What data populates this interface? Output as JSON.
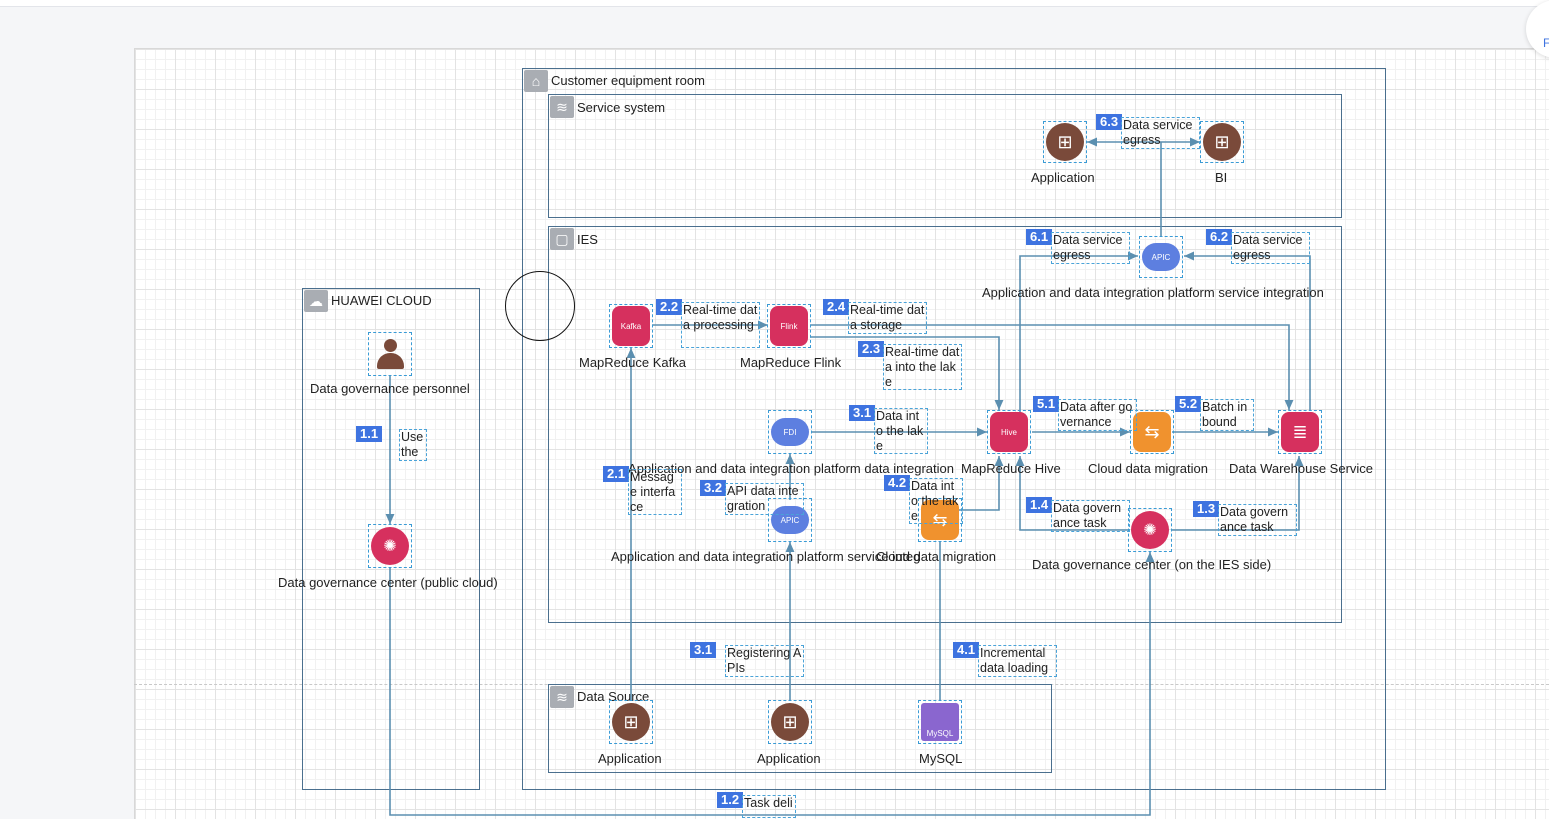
{
  "groups": {
    "customer_room": "Customer equipment room",
    "service_system": "Service system",
    "ies": "IES",
    "huawei_cloud": "HUAWEI CLOUD",
    "data_source": "Data Source"
  },
  "nodes": {
    "app_service": "Application",
    "bi": "BI",
    "apic_top": "Application and data integration platform service integration",
    "kafka": "MapReduce Kafka",
    "kafka_badge": "Kafka",
    "flink": "MapReduce Flink",
    "flink_badge": "Flink",
    "fdi_mid": "Application and data integration platform data integration",
    "fdi_tag": "FDI",
    "hive": "MapReduce Hive",
    "hive_badge": "Hive",
    "cdm_right": "Cloud data migration",
    "dws": "Data Warehouse Service",
    "apic_low": "Application and data integration platform service integration",
    "apic_tag": "APIC",
    "cdm_low": "Cloud data migration",
    "dgc_ies": "Data governance center (on the IES side)",
    "person": "Data governance personnel",
    "dgc_cloud": "Data governance center (public cloud)",
    "ds_app1": "Application",
    "ds_app2": "Application",
    "mysql": "MySQL",
    "mysql_tag": "MySQL"
  },
  "steps": [
    {
      "num": "6.3",
      "text": "Data service egress"
    },
    {
      "num": "6.1",
      "text": "Data service egress"
    },
    {
      "num": "6.2",
      "text": "Data service egress"
    },
    {
      "num": "2.2",
      "text": "Real-time data processing"
    },
    {
      "num": "2.4",
      "text": "Real-time data storage"
    },
    {
      "num": "2.3",
      "text": "Real-time data into the lake"
    },
    {
      "num": "3.1",
      "text": "Data into the lake"
    },
    {
      "num": "5.1",
      "text": "Data after governance"
    },
    {
      "num": "5.2",
      "text": "Batch in bound"
    },
    {
      "num": "2.1",
      "text": "Message interface"
    },
    {
      "num": "3.2",
      "text": "API data integration"
    },
    {
      "num": "4.2",
      "text": "Data into the lake"
    },
    {
      "num": "1.4",
      "text": "Data governance task"
    },
    {
      "num": "1.3",
      "text": "Data governance task"
    },
    {
      "num": "1.1",
      "text": "Use the"
    },
    {
      "num": "3.1",
      "text": "Registering APIs"
    },
    {
      "num": "4.1",
      "text": "Incremental data loading"
    },
    {
      "num": "1.2",
      "text": "Task deli"
    }
  ],
  "ui": {
    "corner_letter": "F"
  },
  "colors": {
    "group_border": "#4a6f8e",
    "connector": "#5b8fb0",
    "step_badge": "#3e73e0",
    "app_brown": "#7a4a3a",
    "mrs_red": "#d6305e",
    "cdm_orange": "#f0922e",
    "apic_blue": "#5d7fe0",
    "mysql_purple": "#8a66cf"
  }
}
